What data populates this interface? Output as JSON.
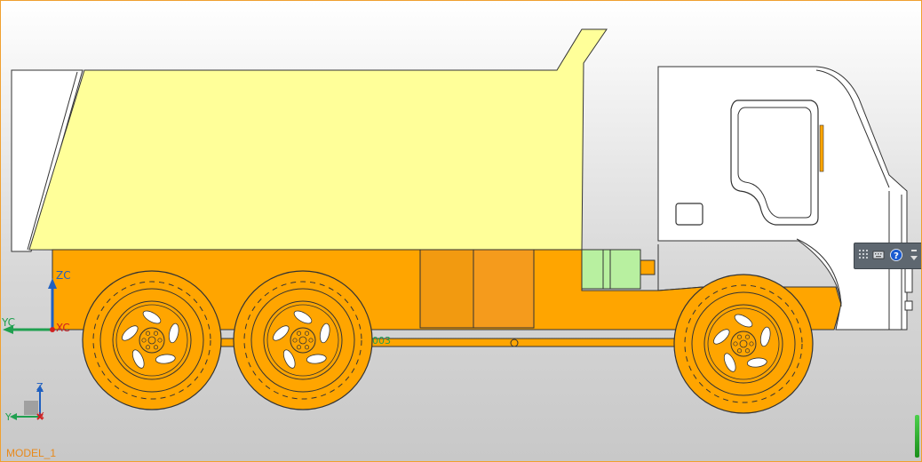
{
  "viewport": {
    "model_name": "MODEL_1",
    "background_top": "#ffffff",
    "background_bottom": "#c8c8c8",
    "border_color": "#f0a030"
  },
  "axes": {
    "main": {
      "zc": "ZC",
      "yc": "YC",
      "xc": "XC"
    },
    "triad": {
      "z": "Z",
      "y": "Y",
      "x": "X"
    }
  },
  "annotations": {
    "part_number": "003",
    "frame_mark": "0"
  },
  "colors": {
    "dump_body": "#ffff99",
    "chassis": "#ffa500",
    "cab": "#ffffff",
    "tank": "#b8f0a0",
    "tires": "#ffa500",
    "outline": "#333333",
    "axis_blue": "#2060c0",
    "axis_green": "#20a050",
    "axis_red": "#d02020"
  },
  "toolbar": {
    "icons": [
      "grip-icon",
      "keyboard-icon",
      "help-icon",
      "menu-arrow-icon"
    ]
  }
}
